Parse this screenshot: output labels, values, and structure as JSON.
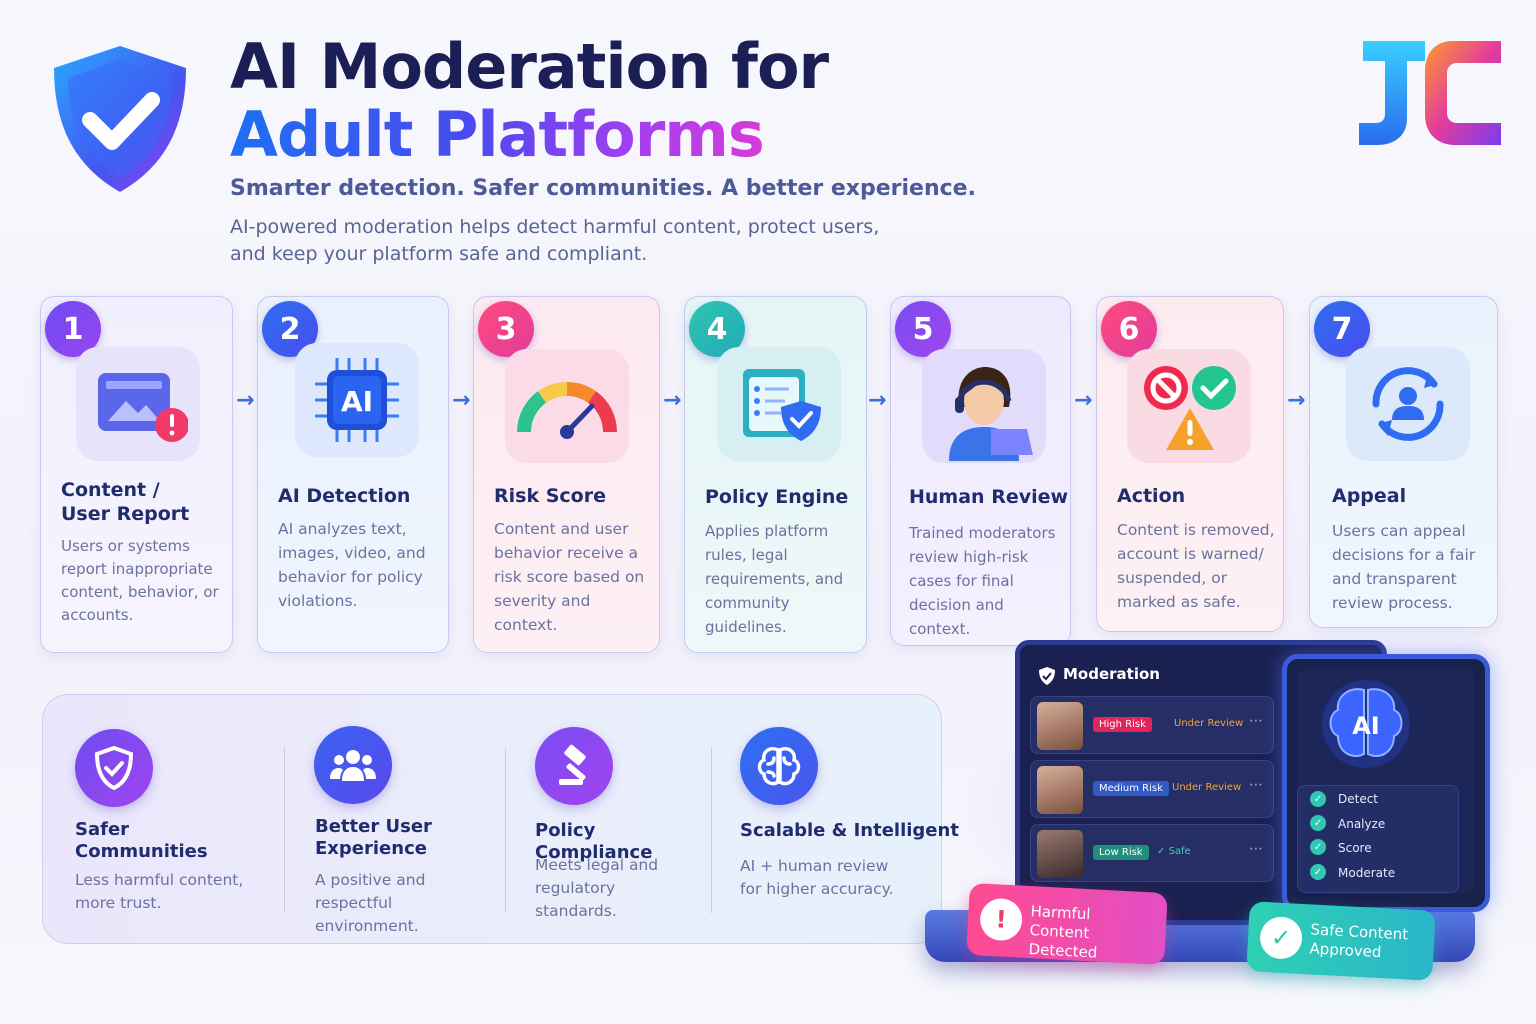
{
  "header": {
    "title_line1": "AI Moderation for",
    "title_line2": "Adult Platforms",
    "subtitle": "Smarter detection. Safer communities. A better experience.",
    "description": "AI-powered moderation helps detect harmful content, protect users, and keep your platform safe and compliant.",
    "brand_text": "JC"
  },
  "steps": [
    {
      "number": "1",
      "title": "Content / User Report",
      "text": "Users or systems report inappropriate content, behavior, or accounts.",
      "icon": "report-image-icon"
    },
    {
      "number": "2",
      "title": "AI Detection",
      "text": "AI analyzes text, images, video, and behavior for policy violations.",
      "icon": "ai-chip-icon",
      "icon_label": "AI"
    },
    {
      "number": "3",
      "title": "Risk Score",
      "text": "Content and user behavior receive a risk score based on severity and context.",
      "icon": "gauge-icon"
    },
    {
      "number": "4",
      "title": "Policy Engine",
      "text": "Applies platform rules, legal requirements, and community guidelines.",
      "icon": "policy-document-icon"
    },
    {
      "number": "5",
      "title": "Human Review",
      "text": "Trained moderators review high-risk cases for final decision and context.",
      "icon": "moderator-icon"
    },
    {
      "number": "6",
      "title": "Action",
      "text": "Content is removed, account is warned/ suspended, or marked as safe.",
      "icon": "action-icon"
    },
    {
      "number": "7",
      "title": "Appeal",
      "text": "Users can appeal decisions for a fair and transparent review process.",
      "icon": "appeal-cycle-icon"
    }
  ],
  "benefits": [
    {
      "title": "Safer Communities",
      "text": "Less harmful content, more trust.",
      "icon": "shield-check-icon"
    },
    {
      "title": "Better User Experience",
      "text": "A positive and respectful environment.",
      "icon": "users-icon"
    },
    {
      "title": "Policy Compliance",
      "text": "Meets legal and regulatory standards.",
      "icon": "gavel-icon"
    },
    {
      "title": "Scalable & Intelligent",
      "text": "AI + human review for higher accuracy.",
      "icon": "brain-icon"
    }
  ],
  "dashboard": {
    "title": "Moderation",
    "rows": [
      {
        "risk": "High Risk",
        "risk_color": "#e3245b",
        "status": "Under Review",
        "status_color": "#f3a531"
      },
      {
        "risk": "Medium Risk",
        "risk_color": "#2f5ac8",
        "status": "Under Review",
        "status_color": "#f3a531"
      },
      {
        "risk": "Low Risk",
        "risk_color": "#1f8f7e",
        "status": "Safe",
        "status_color": "#3fd6a4"
      }
    ],
    "ai_label": "AI",
    "checklist": [
      "Detect",
      "Analyze",
      "Score",
      "Moderate"
    ],
    "harmful_tag": "Harmful Content Detected",
    "safe_tag": "Safe Content Approved"
  },
  "colors": {
    "accent_blue": "#2f6cf2",
    "accent_purple": "#8a3cf0",
    "accent_pink": "#e63c8c",
    "accent_teal": "#2fc3ad"
  }
}
